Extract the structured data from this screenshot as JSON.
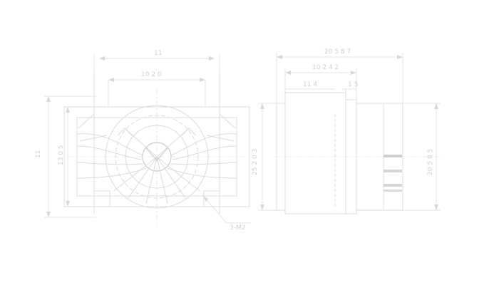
{
  "drawing": {
    "front_view": {
      "dim_top": "11",
      "dim_inner": "10 2 0",
      "dim_left_outer": "11",
      "dim_left_inner": "13 0 5",
      "callout": "3-M2"
    },
    "side_view": {
      "dim_top": "20 5 8 7",
      "dim_mid": "10 2 4 2",
      "dim_small_a": "11 4",
      "dim_small_b": "1 5",
      "dim_left": "25 2 0 3",
      "dim_right": "20 5 8 5"
    },
    "colors": {
      "line": "#dcdcdc",
      "text": "#d0d0d0",
      "background": "#ffffff"
    }
  }
}
